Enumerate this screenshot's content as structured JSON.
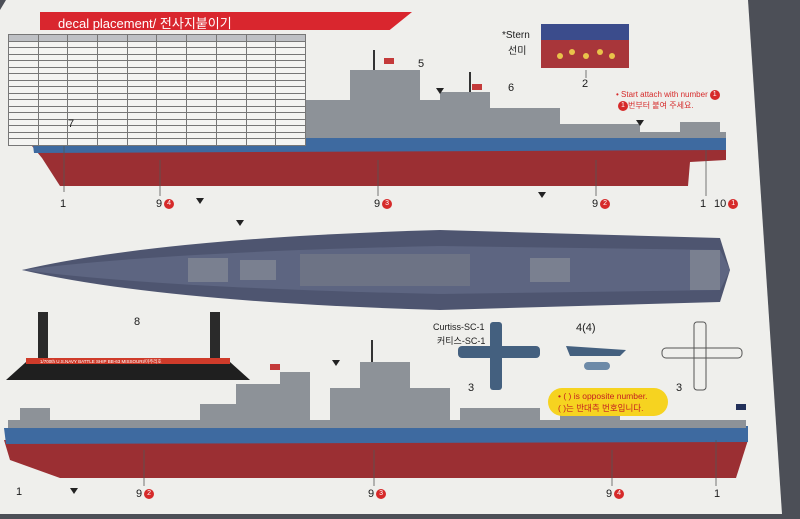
{
  "header": {
    "title": "decal placement/ 전사지붙이기"
  },
  "stern": {
    "label_en": "*Stern",
    "label_kr": "선미"
  },
  "notes": {
    "start_en": "• Start attach with number",
    "start_kr": "번부터 붙여 주세요.",
    "opposite_en": "• ( ) is opposite number.",
    "opposite_kr": "( )는 반대측 번호입니다."
  },
  "aircraft": {
    "name_en": "Curtiss-SC-1",
    "name_kr": "커티스-SC-1"
  },
  "nameplate": {
    "text": "1/700th U.S.NAVY BATTLE SHIP BB-63 MISSOURI/미주리호"
  },
  "labels": {
    "n1": "1",
    "n2": "2",
    "n3": "3",
    "n4": "4(4)",
    "n5": "5",
    "n6": "6",
    "n7": "7",
    "n8": "8",
    "n9": "9",
    "n10": "10",
    "b1": "1",
    "b2": "2",
    "b3": "3",
    "b4": "4"
  },
  "colors": {
    "paper": "#efefec",
    "header": "#d9262e",
    "hull_red": "#9b2f33",
    "hull_blue": "#3e6aa0",
    "deck": "#4e5570",
    "superstructure": "#8d9298",
    "bubble": "#f6d320",
    "marker": "#d62a2a"
  },
  "icons": [
    "arrow-triangle-icon",
    "us-flag-icon",
    "number-circle-icon"
  ]
}
